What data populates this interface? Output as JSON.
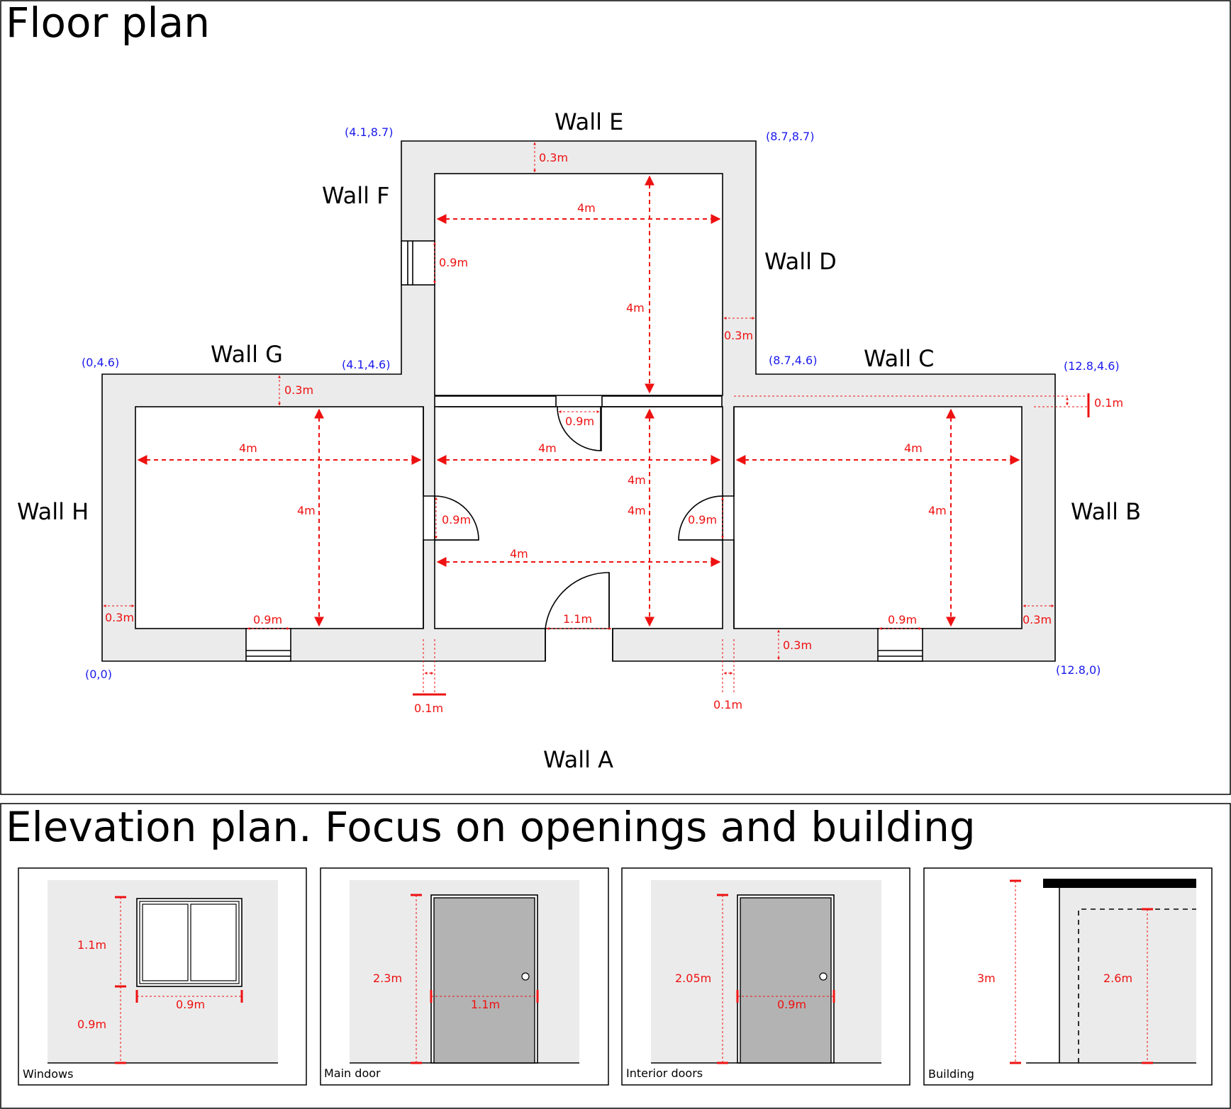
{
  "floor_plan": {
    "title": "Floor plan",
    "walls": {
      "a": "Wall A",
      "b": "Wall B",
      "c": "Wall C",
      "d": "Wall D",
      "e": "Wall E",
      "f": "Wall F",
      "g": "Wall G",
      "h": "Wall H"
    },
    "coords": {
      "origin": "(0,0)",
      "bottom_right": "(12.8,0)",
      "top_left": "(0,4.6)",
      "top_right": "(12.8,4.6)",
      "g_end": "(4.1,4.6)",
      "c_start": "(8.7,4.6)",
      "f_top": "(4.1,8.7)",
      "e_end": "(8.7,8.7)"
    },
    "dims": {
      "thickness": "0.3m",
      "room": "4m",
      "window": "0.9m",
      "interior_door": "0.9m",
      "main_door": "1.1m",
      "partition": "0.1m"
    }
  },
  "elevation": {
    "title": "Elevation plan. Focus on openings and building",
    "windows": {
      "label": "Windows",
      "height": "1.1m",
      "sill": "0.9m",
      "width": "0.9m"
    },
    "main_door": {
      "label": "Main door",
      "height": "2.3m",
      "width": "1.1m"
    },
    "interior_doors": {
      "label": "Interior doors",
      "height": "2.05m",
      "width": "0.9m"
    },
    "building": {
      "label": "Building",
      "total_height": "3m",
      "ceiling_height": "2.6m"
    }
  },
  "colors": {
    "wall_fill": "#ebebeb",
    "door_fill": "#b3b3b3",
    "dimension": "#ee1111",
    "coordinate": "#1a1aee"
  }
}
